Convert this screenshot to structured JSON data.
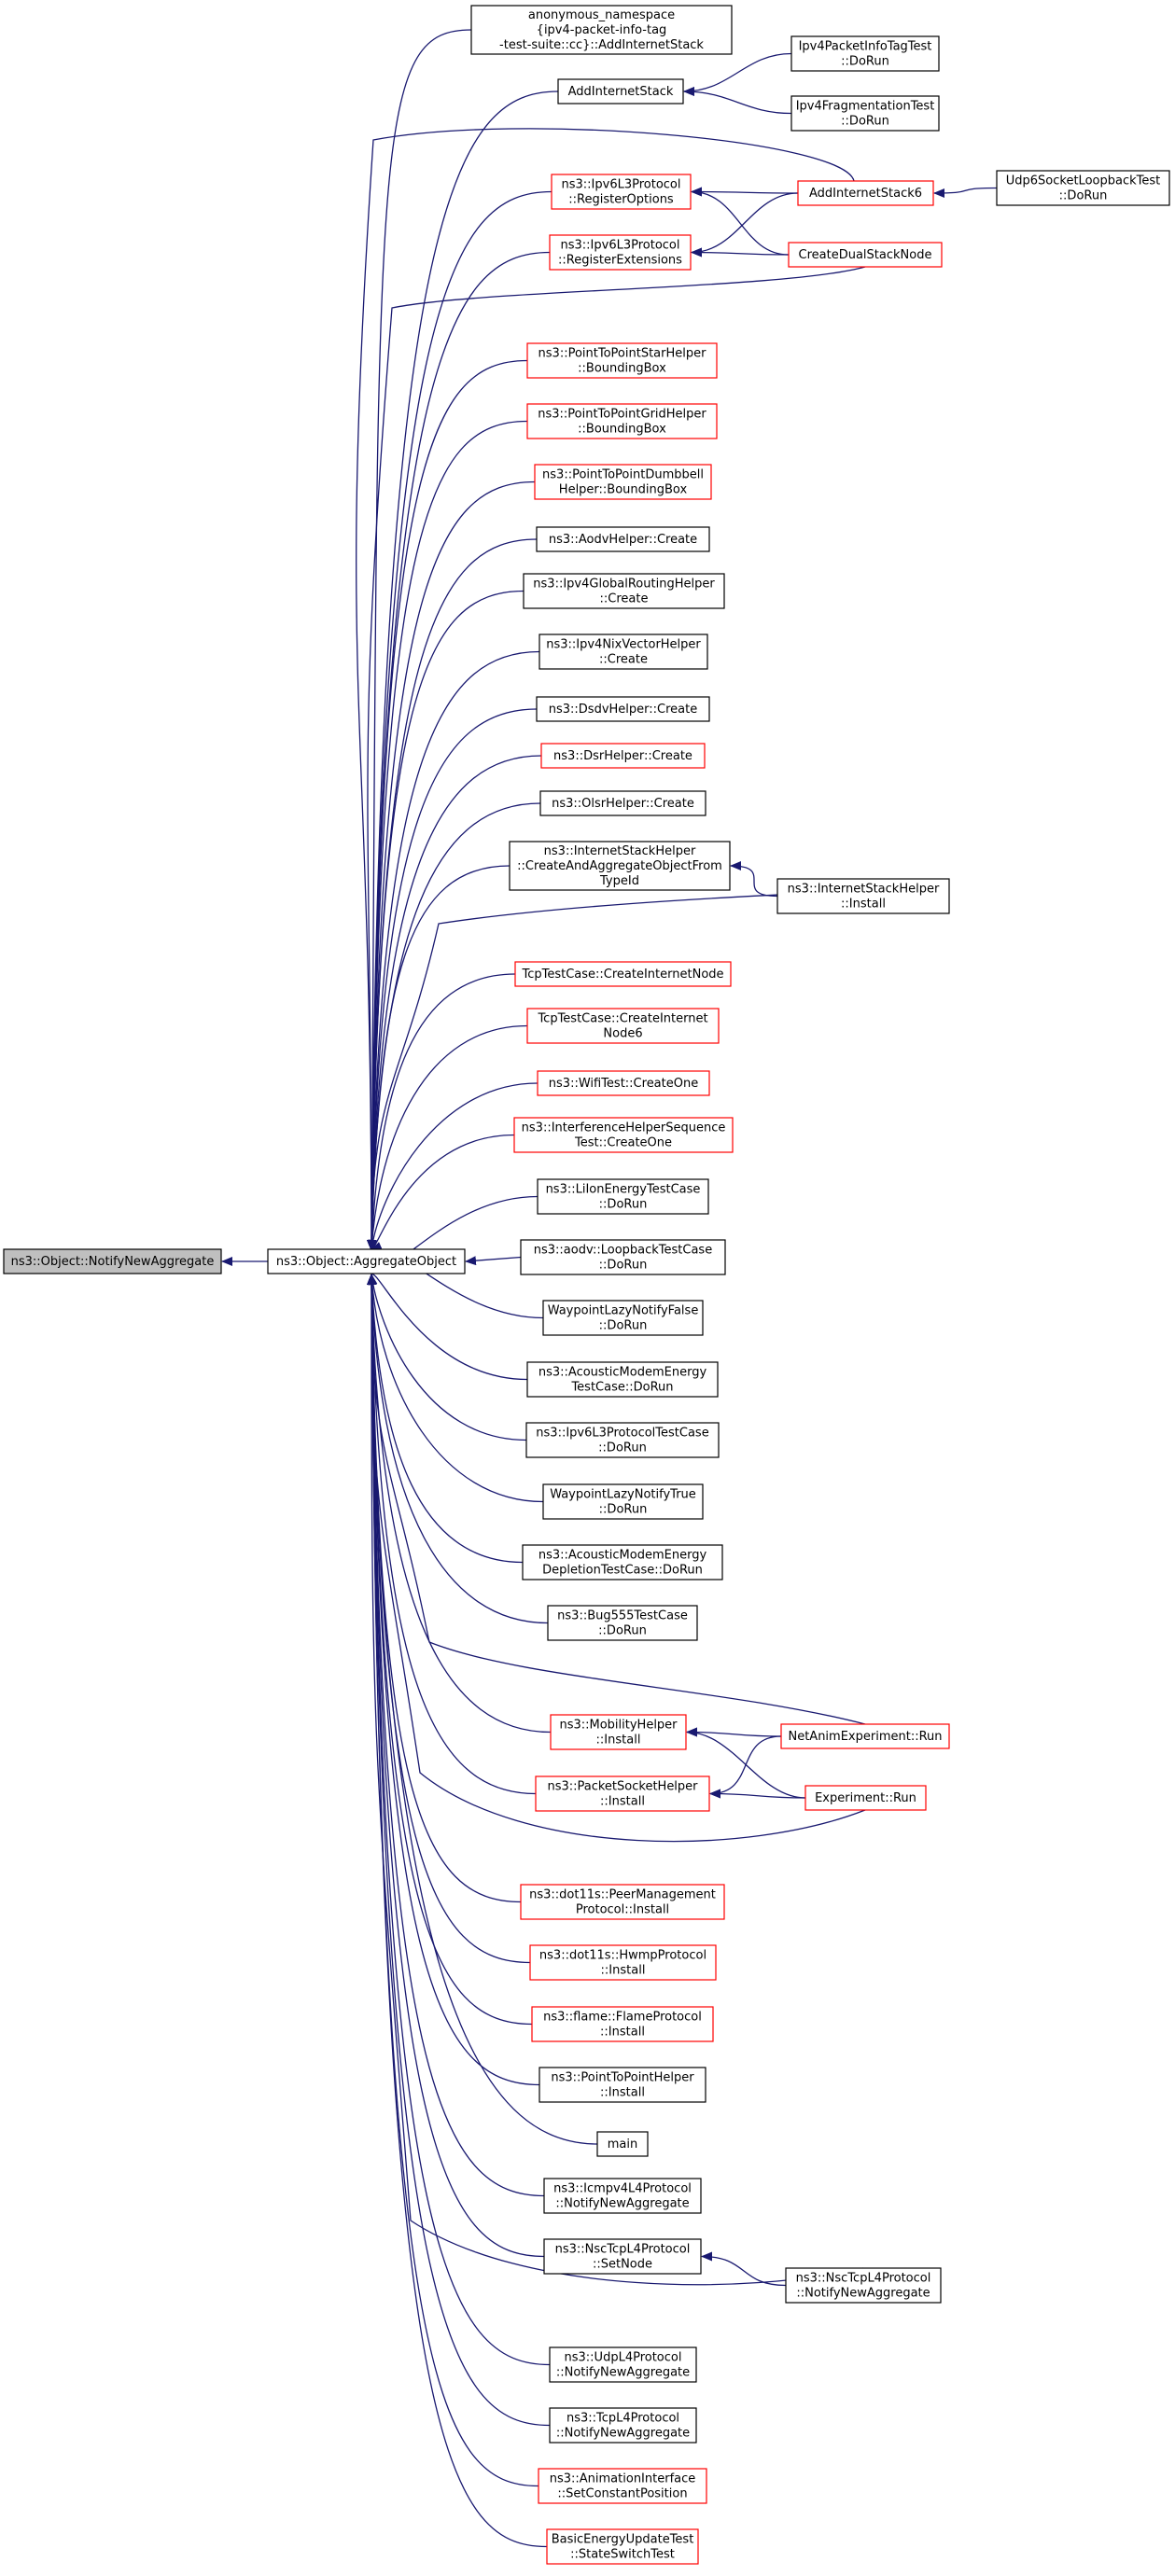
{
  "graph": {
    "colors": {
      "edge": "#191970",
      "black_border": "#000000",
      "red_border": "#ff0000",
      "root_fill": "#bfbfbf",
      "node_fill": "#ffffff"
    },
    "nodes": [
      {
        "id": "notify",
        "lines": [
          "ns3::Object::NotifyNewAggregate"
        ],
        "border": "black",
        "root": true
      },
      {
        "id": "aggregate",
        "lines": [
          "ns3::Object::AggregateObject"
        ],
        "border": "black"
      },
      {
        "id": "anon",
        "lines": [
          "anonymous_namespace",
          "{ipv4-packet-info-tag",
          "-test-suite::cc}::AddInternetStack"
        ],
        "border": "black"
      },
      {
        "id": "addinet",
        "lines": [
          "AddInternetStack"
        ],
        "border": "black"
      },
      {
        "id": "pit",
        "lines": [
          "Ipv4PacketInfoTagTest",
          "::DoRun"
        ],
        "border": "black"
      },
      {
        "id": "frag",
        "lines": [
          "Ipv4FragmentationTest",
          "::DoRun"
        ],
        "border": "black"
      },
      {
        "id": "regopt",
        "lines": [
          "ns3::Ipv6L3Protocol",
          "::RegisterOptions"
        ],
        "border": "red"
      },
      {
        "id": "addinet6",
        "lines": [
          "AddInternetStack6"
        ],
        "border": "red"
      },
      {
        "id": "udp6",
        "lines": [
          "Udp6SocketLoopbackTest",
          "::DoRun"
        ],
        "border": "black"
      },
      {
        "id": "regext",
        "lines": [
          "ns3::Ipv6L3Protocol",
          "::RegisterExtensions"
        ],
        "border": "red"
      },
      {
        "id": "dualstack",
        "lines": [
          "CreateDualStackNode"
        ],
        "border": "red"
      },
      {
        "id": "star",
        "lines": [
          "ns3::PointToPointStarHelper",
          "::BoundingBox"
        ],
        "border": "red"
      },
      {
        "id": "grid",
        "lines": [
          "ns3::PointToPointGridHelper",
          "::BoundingBox"
        ],
        "border": "red"
      },
      {
        "id": "dumbbell",
        "lines": [
          "ns3::PointToPointDumbbell",
          "Helper::BoundingBox"
        ],
        "border": "red"
      },
      {
        "id": "aodvh",
        "lines": [
          "ns3::AodvHelper::Create"
        ],
        "border": "black"
      },
      {
        "id": "globalr",
        "lines": [
          "ns3::Ipv4GlobalRoutingHelper",
          "::Create"
        ],
        "border": "black"
      },
      {
        "id": "nix",
        "lines": [
          "ns3::Ipv4NixVectorHelper",
          "::Create"
        ],
        "border": "black"
      },
      {
        "id": "dsdv",
        "lines": [
          "ns3::DsdvHelper::Create"
        ],
        "border": "black"
      },
      {
        "id": "dsr",
        "lines": [
          "ns3::DsrHelper::Create"
        ],
        "border": "red"
      },
      {
        "id": "olsr",
        "lines": [
          "ns3::OlsrHelper::Create"
        ],
        "border": "black"
      },
      {
        "id": "createagg",
        "lines": [
          "ns3::InternetStackHelper",
          "::CreateAndAggregateObjectFrom",
          "TypeId"
        ],
        "border": "black"
      },
      {
        "id": "ishinstall",
        "lines": [
          "ns3::InternetStackHelper",
          "::Install"
        ],
        "border": "black"
      },
      {
        "id": "tcpnode",
        "lines": [
          "TcpTestCase::CreateInternetNode"
        ],
        "border": "red"
      },
      {
        "id": "tcpnode6",
        "lines": [
          "TcpTestCase::CreateInternet",
          "Node6"
        ],
        "border": "red"
      },
      {
        "id": "wifi",
        "lines": [
          "ns3::WifiTest::CreateOne"
        ],
        "border": "red"
      },
      {
        "id": "interf",
        "lines": [
          "ns3::InterferenceHelperSequence",
          "Test::CreateOne"
        ],
        "border": "red"
      },
      {
        "id": "liion",
        "lines": [
          "ns3::LiIonEnergyTestCase",
          "::DoRun"
        ],
        "border": "black"
      },
      {
        "id": "loopback",
        "lines": [
          "ns3::aodv::LoopbackTestCase",
          "::DoRun"
        ],
        "border": "black"
      },
      {
        "id": "wpfalse",
        "lines": [
          "WaypointLazyNotifyFalse",
          "::DoRun"
        ],
        "border": "black"
      },
      {
        "id": "acoustic",
        "lines": [
          "ns3::AcousticModemEnergy",
          "TestCase::DoRun"
        ],
        "border": "black"
      },
      {
        "id": "ipv6tc",
        "lines": [
          "ns3::Ipv6L3ProtocolTestCase",
          "::DoRun"
        ],
        "border": "black"
      },
      {
        "id": "wptrue",
        "lines": [
          "WaypointLazyNotifyTrue",
          "::DoRun"
        ],
        "border": "black"
      },
      {
        "id": "depletion",
        "lines": [
          "ns3::AcousticModemEnergy",
          "DepletionTestCase::DoRun"
        ],
        "border": "black"
      },
      {
        "id": "bug555",
        "lines": [
          "ns3::Bug555TestCase",
          "::DoRun"
        ],
        "border": "black"
      },
      {
        "id": "mobility",
        "lines": [
          "ns3::MobilityHelper",
          "::Install"
        ],
        "border": "red"
      },
      {
        "id": "netanim",
        "lines": [
          "NetAnimExperiment::Run"
        ],
        "border": "red"
      },
      {
        "id": "packetsock",
        "lines": [
          "ns3::PacketSocketHelper",
          "::Install"
        ],
        "border": "red"
      },
      {
        "id": "experiment",
        "lines": [
          "Experiment::Run"
        ],
        "border": "red"
      },
      {
        "id": "peer",
        "lines": [
          "ns3::dot11s::PeerManagement",
          "Protocol::Install"
        ],
        "border": "red"
      },
      {
        "id": "hwmp",
        "lines": [
          "ns3::dot11s::HwmpProtocol",
          "::Install"
        ],
        "border": "red"
      },
      {
        "id": "flame",
        "lines": [
          "ns3::flame::FlameProtocol",
          "::Install"
        ],
        "border": "red"
      },
      {
        "id": "p2p",
        "lines": [
          "ns3::PointToPointHelper",
          "::Install"
        ],
        "border": "black"
      },
      {
        "id": "main",
        "lines": [
          "main"
        ],
        "border": "black"
      },
      {
        "id": "icmp",
        "lines": [
          "ns3::Icmpv4L4Protocol",
          "::NotifyNewAggregate"
        ],
        "border": "black"
      },
      {
        "id": "nscset",
        "lines": [
          "ns3::NscTcpL4Protocol",
          "::SetNode"
        ],
        "border": "black"
      },
      {
        "id": "nscnotify",
        "lines": [
          "ns3::NscTcpL4Protocol",
          "::NotifyNewAggregate"
        ],
        "border": "black"
      },
      {
        "id": "udpl4",
        "lines": [
          "ns3::UdpL4Protocol",
          "::NotifyNewAggregate"
        ],
        "border": "black"
      },
      {
        "id": "tcpl4",
        "lines": [
          "ns3::TcpL4Protocol",
          "::NotifyNewAggregate"
        ],
        "border": "black"
      },
      {
        "id": "anim",
        "lines": [
          "ns3::AnimationInterface",
          "::SetConstantPosition"
        ],
        "border": "red"
      },
      {
        "id": "basicenergy",
        "lines": [
          "BasicEnergyUpdateTest",
          "::StateSwitchTest"
        ],
        "border": "red"
      }
    ],
    "edges": [
      [
        "notify",
        "aggregate"
      ],
      [
        "aggregate",
        "anon"
      ],
      [
        "aggregate",
        "addinet"
      ],
      [
        "aggregate",
        "addinet6"
      ],
      [
        "aggregate",
        "regopt"
      ],
      [
        "aggregate",
        "regext"
      ],
      [
        "aggregate",
        "dualstack"
      ],
      [
        "aggregate",
        "star"
      ],
      [
        "aggregate",
        "grid"
      ],
      [
        "aggregate",
        "dumbbell"
      ],
      [
        "aggregate",
        "aodvh"
      ],
      [
        "aggregate",
        "globalr"
      ],
      [
        "aggregate",
        "nix"
      ],
      [
        "aggregate",
        "dsdv"
      ],
      [
        "aggregate",
        "dsr"
      ],
      [
        "aggregate",
        "olsr"
      ],
      [
        "aggregate",
        "createagg"
      ],
      [
        "aggregate",
        "ishinstall"
      ],
      [
        "aggregate",
        "tcpnode"
      ],
      [
        "aggregate",
        "tcpnode6"
      ],
      [
        "aggregate",
        "wifi"
      ],
      [
        "aggregate",
        "interf"
      ],
      [
        "aggregate",
        "liion"
      ],
      [
        "aggregate",
        "loopback"
      ],
      [
        "aggregate",
        "wpfalse"
      ],
      [
        "aggregate",
        "acoustic"
      ],
      [
        "aggregate",
        "ipv6tc"
      ],
      [
        "aggregate",
        "wptrue"
      ],
      [
        "aggregate",
        "depletion"
      ],
      [
        "aggregate",
        "bug555"
      ],
      [
        "aggregate",
        "netanim"
      ],
      [
        "aggregate",
        "mobility"
      ],
      [
        "aggregate",
        "packetsock"
      ],
      [
        "aggregate",
        "experiment"
      ],
      [
        "aggregate",
        "peer"
      ],
      [
        "aggregate",
        "hwmp"
      ],
      [
        "aggregate",
        "flame"
      ],
      [
        "aggregate",
        "p2p"
      ],
      [
        "aggregate",
        "main"
      ],
      [
        "aggregate",
        "icmp"
      ],
      [
        "aggregate",
        "nscset"
      ],
      [
        "aggregate",
        "nscnotify"
      ],
      [
        "aggregate",
        "udpl4"
      ],
      [
        "aggregate",
        "tcpl4"
      ],
      [
        "aggregate",
        "anim"
      ],
      [
        "aggregate",
        "basicenergy"
      ],
      [
        "addinet",
        "pit"
      ],
      [
        "addinet",
        "frag"
      ],
      [
        "regopt",
        "addinet6"
      ],
      [
        "regopt",
        "dualstack"
      ],
      [
        "regext",
        "addinet6"
      ],
      [
        "regext",
        "dualstack"
      ],
      [
        "addinet6",
        "udp6"
      ],
      [
        "createagg",
        "ishinstall"
      ],
      [
        "mobility",
        "netanim"
      ],
      [
        "mobility",
        "experiment"
      ],
      [
        "packetsock",
        "netanim"
      ],
      [
        "packetsock",
        "experiment"
      ],
      [
        "nscset",
        "nscnotify"
      ]
    ]
  }
}
